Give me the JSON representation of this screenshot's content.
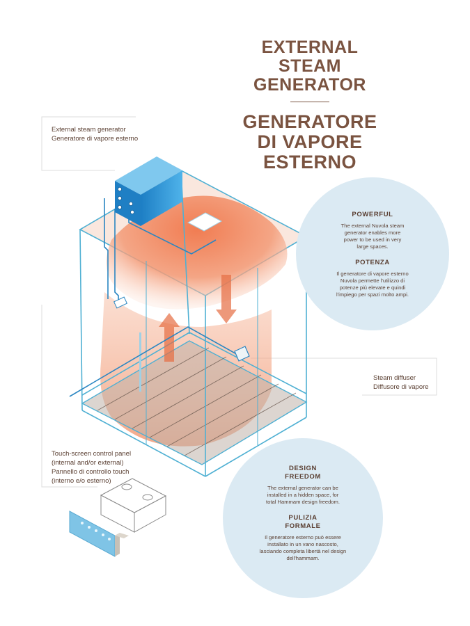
{
  "title": {
    "en_lines": [
      "EXTERNAL",
      "STEAM",
      "GENERATOR"
    ],
    "it_lines": [
      "GENERATORE",
      "DI VAPORE",
      "ESTERNO"
    ]
  },
  "callouts": {
    "generator": [
      "External steam generator",
      "Generatore di vapore esterno"
    ],
    "diffuser": [
      "Steam diffuser",
      "Diffusore di vapore"
    ],
    "panel": [
      "Touch-screen control panel",
      "(internal and/or external)",
      "Pannello di controllo touch",
      "(interno e/o esterno)"
    ]
  },
  "circles": {
    "powerful": {
      "heading_en": "POWERFUL",
      "text_en": "The external Nuvola steam generator enables more power to be used in very large spaces.",
      "heading_it": "POTENZA",
      "text_it": "Il generatore di vapore esterno Nuvola permette l'utilizzo di potenze più elevate e quindi l'impiego per spazi molto ampi."
    },
    "design": {
      "heading_en_lines": [
        "DESIGN",
        "FREEDOM"
      ],
      "text_en": "The external generator can be installed in a hidden space, for total Hammam design freedom.",
      "heading_it_lines": [
        "PULIZIA",
        "FORMALE"
      ],
      "text_it": "Il generatore esterno può essere installato in un vano nascosto, lasciando completa libertà nel design dell'hammam."
    }
  },
  "colors": {
    "title_brown": "#7a5340",
    "circle_fill": "#dbeaf3",
    "glass_edge": "#5fb6d6",
    "steam_orange": "#ee7a4d",
    "generator_blue": "#2f95d6"
  }
}
